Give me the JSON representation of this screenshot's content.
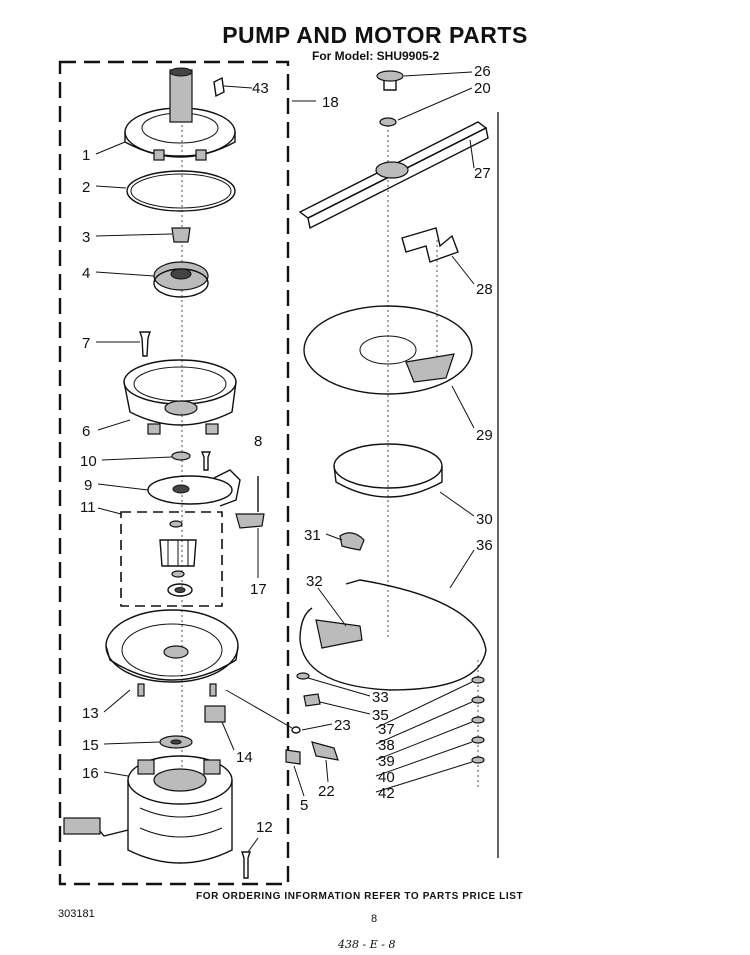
{
  "title": "PUMP AND MOTOR PARTS",
  "subtitle": "For Model: SHU9905-2",
  "footnote": "FOR ORDERING INFORMATION REFER TO PARTS PRICE LIST",
  "doc_number": "303181",
  "page_number": "8",
  "handwritten_note": "438 - E - 8",
  "callouts": {
    "c1": "1",
    "c2": "2",
    "c3": "3",
    "c4": "4",
    "c5": "5",
    "c6": "6",
    "c7": "7",
    "c8": "8",
    "c9": "9",
    "c10": "10",
    "c11": "11",
    "c12": "12",
    "c13": "13",
    "c14": "14",
    "c15": "15",
    "c16": "16",
    "c17": "17",
    "c18": "18",
    "c20": "20",
    "c22": "22",
    "c23": "23",
    "c26": "26",
    "c27": "27",
    "c28": "28",
    "c29": "29",
    "c30": "30",
    "c31": "31",
    "c32": "32",
    "c33": "33",
    "c35": "35",
    "c36": "36",
    "c37": "37",
    "c38": "38",
    "c39": "39",
    "c40": "40",
    "c42": "42",
    "c43": "43"
  }
}
